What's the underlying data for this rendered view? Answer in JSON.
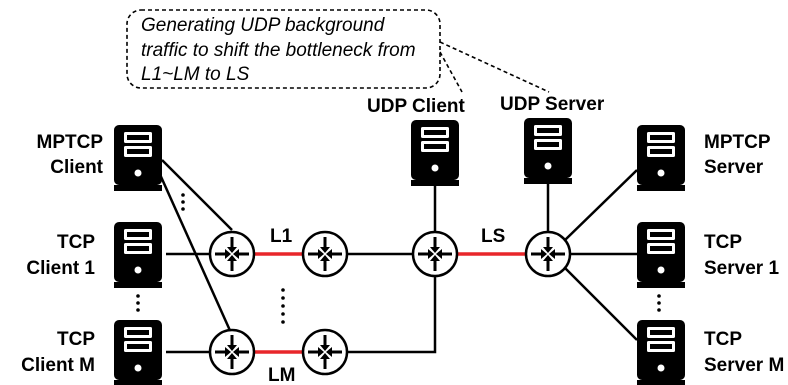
{
  "callout": {
    "line1": "Generating UDP background",
    "line2": "traffic to shift the bottleneck from",
    "line3": "L1~LM to LS"
  },
  "hosts": {
    "mptcp_client": [
      "MPTCP",
      "Client"
    ],
    "tcp_client_1": [
      "TCP",
      "Client 1"
    ],
    "tcp_client_m": [
      "TCP",
      "Client M"
    ],
    "udp_client": "UDP Client",
    "udp_server": "UDP Server",
    "mptcp_server": [
      "MPTCP",
      "Server"
    ],
    "tcp_server_1": [
      "TCP",
      "Server 1"
    ],
    "tcp_server_m": [
      "TCP",
      "Server M"
    ]
  },
  "links": {
    "l1": "L1",
    "lm": "LM",
    "ls": "LS"
  },
  "colors": {
    "line": "#000000",
    "bottleneck": "#e8262a",
    "router_stroke": "#000000",
    "server_body": "#000000"
  },
  "icons": {
    "host": "server-tower-icon",
    "router": "router-arrows-icon"
  }
}
